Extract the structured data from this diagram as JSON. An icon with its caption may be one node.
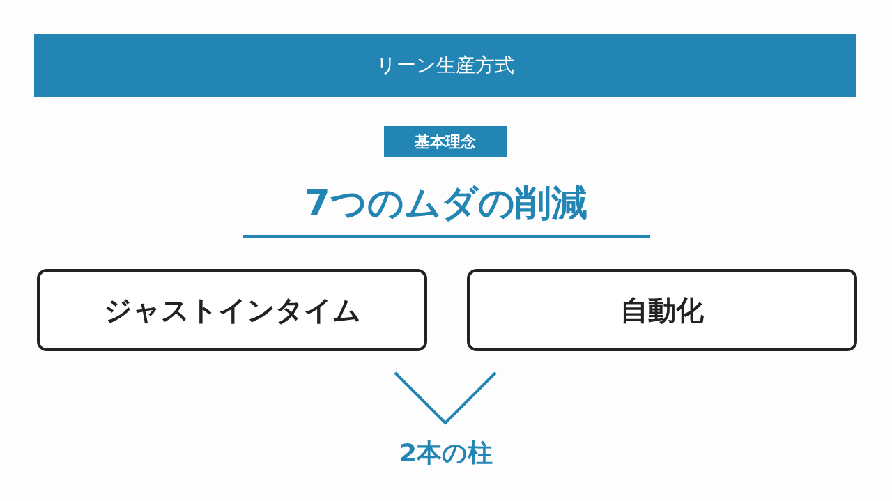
{
  "diagram": {
    "title": "リーン生産方式",
    "nodes": [
      {
        "text": [
          "基本理念"
        ]
      },
      {
        "text": [
          "ジャストインタイム"
        ]
      },
      {
        "text": [
          "自動化"
        ]
      }
    ],
    "labels": [
      "7つのムダの削減",
      "2本の柱"
    ]
  }
}
